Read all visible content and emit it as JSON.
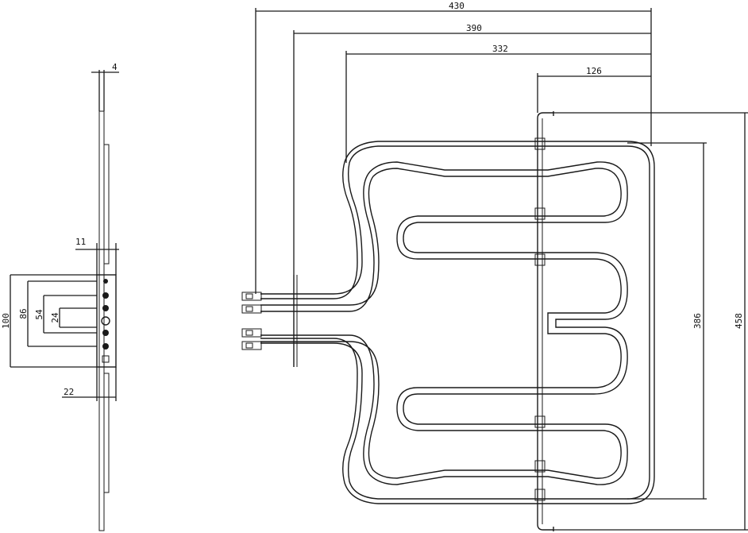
{
  "colors": {
    "line": "#1a1a1a",
    "background": "#ffffff"
  },
  "side_view": {
    "dims": {
      "thickness": "4",
      "flange": "11",
      "h100": "100",
      "h86": "86",
      "h54": "54",
      "h24": "24",
      "w22": "22"
    }
  },
  "front_view": {
    "dims": {
      "w430": "430",
      "w390": "390",
      "w332": "332",
      "w126": "126",
      "h386": "386",
      "h458": "458"
    }
  }
}
